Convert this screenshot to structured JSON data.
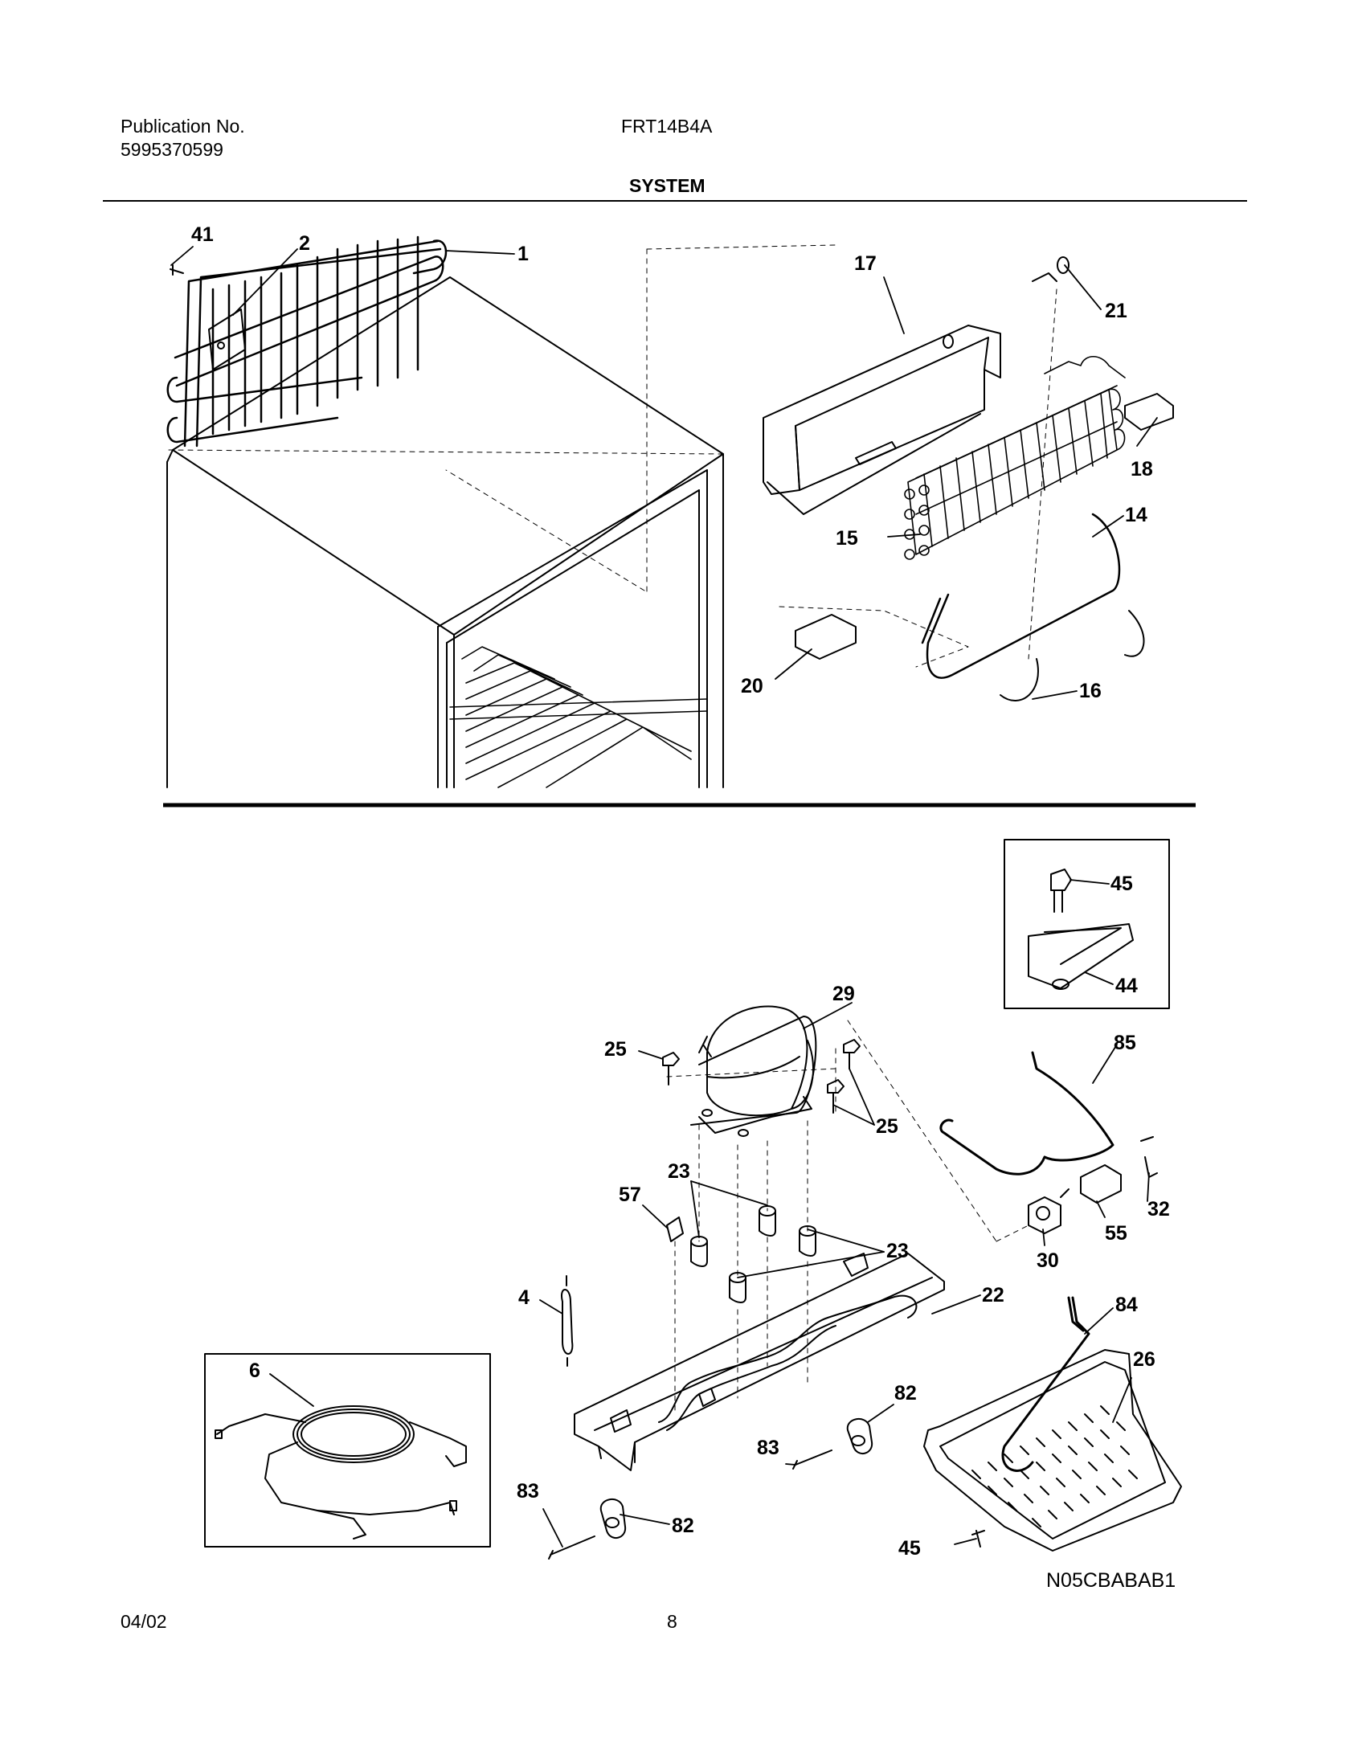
{
  "header": {
    "publication_label": "Publication No.",
    "publication_number": "5995370599",
    "model": "FRT14B4A",
    "section_title": "SYSTEM"
  },
  "diagram": {
    "part_callouts": [
      "41",
      "2",
      "1",
      "17",
      "21",
      "18",
      "15",
      "14",
      "20",
      "16",
      "45",
      "44",
      "29",
      "25",
      "25",
      "85",
      "23",
      "57",
      "23",
      "32",
      "55",
      "30",
      "4",
      "22",
      "84",
      "26",
      "6",
      "82",
      "83",
      "83",
      "82",
      "45"
    ],
    "drawing_code": "N05CBABAB1"
  },
  "footer": {
    "date": "04/02",
    "page_number": "8"
  }
}
